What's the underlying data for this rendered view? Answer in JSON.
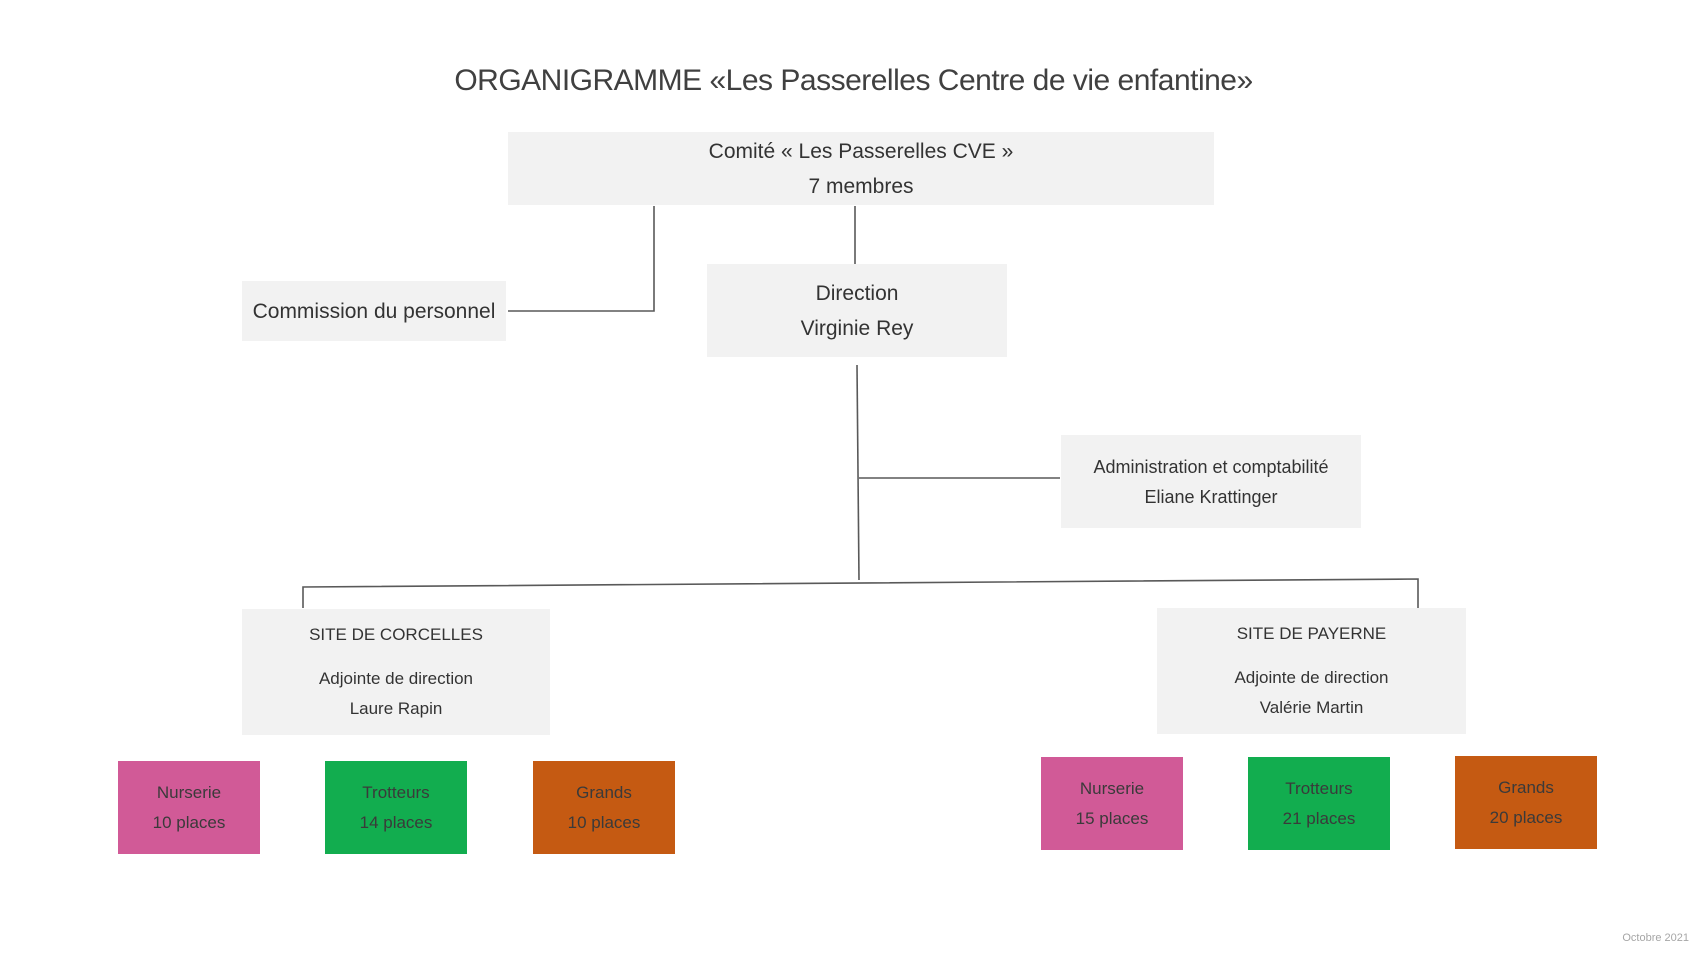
{
  "title": "ORGANIGRAMME «Les Passerelles Centre de vie enfantine»",
  "committee": {
    "line1": "Comité « Les Passerelles  CVE »",
    "line2": "7 membres"
  },
  "commission": {
    "label": "Commission du personnel"
  },
  "direction": {
    "line1": "Direction",
    "line2": "Virginie Rey"
  },
  "administration": {
    "line1": "Administration et comptabilité",
    "line2": "Eliane Krattinger"
  },
  "sites": [
    {
      "name": "SITE DE CORCELLES",
      "role": "Adjointe de direction",
      "person": "Laure Rapin",
      "groups": [
        {
          "name": "Nurserie",
          "places": "10 places",
          "color": "#d15a97"
        },
        {
          "name": "Trotteurs",
          "places": "14 places",
          "color": "#12ad4f"
        },
        {
          "name": "Grands",
          "places": "10 places",
          "color": "#c55a12"
        }
      ]
    },
    {
      "name": "SITE DE PAYERNE",
      "role": "Adjointe de direction",
      "person": "Valérie Martin",
      "groups": [
        {
          "name": "Nurserie",
          "places": "15 places",
          "color": "#d15a97"
        },
        {
          "name": "Trotteurs",
          "places": "21 places",
          "color": "#12ad4f"
        },
        {
          "name": "Grands",
          "places": "20 places",
          "color": "#c55a12"
        }
      ]
    }
  ],
  "footer": "Octobre 2021",
  "colors": {
    "box_bg": "#f2f2f2",
    "line": "#595959"
  }
}
